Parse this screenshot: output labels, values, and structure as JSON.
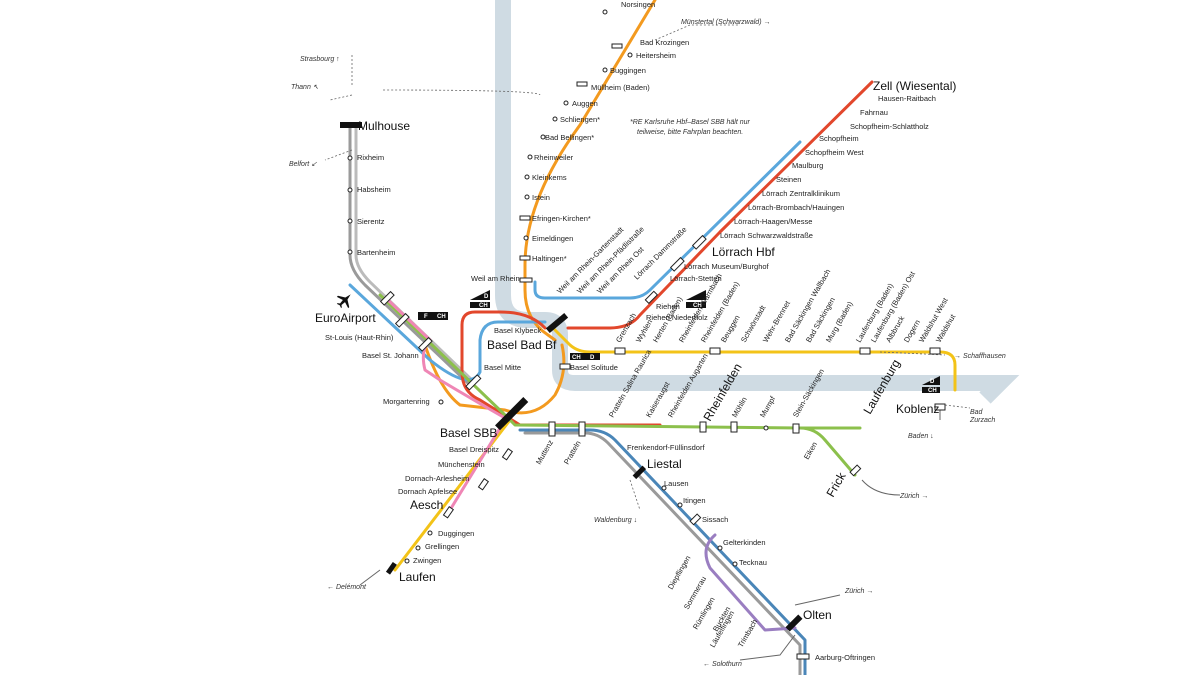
{
  "colors": {
    "river": "#cfdbe3",
    "orange": "#f39a1f",
    "red": "#e2472c",
    "blue": "#5aa7dc",
    "steelblue": "#4a86b8",
    "yellow": "#f3c318",
    "green": "#8cc04c",
    "pink": "#ef86b5",
    "purple": "#9a7ec1",
    "grey": "#9a9a9a",
    "lightgrey": "#bbbbbb"
  },
  "major_stations": {
    "mulhouse": "Mulhouse",
    "euroairport": "EuroAirport",
    "zell": "Zell (Wiesental)",
    "loerrach_hbf": "Lörrach Hbf",
    "basel_bad_bf": "Basel Bad Bf",
    "basel_sbb": "Basel SBB",
    "rheinfelden": "Rheinfelden",
    "laufenburg": "Laufenburg",
    "koblenz": "Koblenz",
    "frick": "Frick",
    "liestal": "Liestal",
    "aesch": "Aesch",
    "laufen": "Laufen",
    "olten": "Olten"
  },
  "stations": {
    "norsingen": "Norsingen",
    "bad_krozingen": "Bad Krozingen",
    "heitersheim": "Heitersheim",
    "buggingen": "Buggingen",
    "muellheim": "Müllheim (Baden)",
    "auggen": "Auggen",
    "schliengen": "Schliengen*",
    "bad_bellingen": "Bad Bellingen*",
    "rheinweiler": "Rheinweiler",
    "kleinkems": "Kleinkems",
    "istein": "Istein",
    "efringen": "Efringen-Kirchen*",
    "eimeldingen": "Eimeldingen",
    "haltingen": "Haltingen*",
    "weil_am_rhein": "Weil am Rhein",
    "weil_gartenstadt": "Weil am Rhein-Gartenstadt",
    "weil_pfaedlistrasse": "Weil am Rhein-Pfädlistraße",
    "weil_ost": "Weil am Rhein Ost",
    "loerrach_dammstrasse": "Lörrach Dammstraße",
    "loerrach_museum": "Lörrach Museum/Burghof",
    "loerrach_stetten": "Lörrach-Stetten",
    "riehen": "Riehen",
    "riehen_niederholz": "Riehen Niederholz",
    "basel_klybeck": "Basel Klybeck",
    "basel_mitte": "Basel Mitte",
    "basel_solitude": "Basel Solitude",
    "hausen_raitbach": "Hausen-Raitbach",
    "fahrnau": "Fahrnau",
    "schopfheim_schlattholz": "Schopfheim-Schlattholz",
    "schopfheim": "Schopfheim",
    "schopfheim_west": "Schopfheim West",
    "maulburg": "Maulburg",
    "steinen": "Steinen",
    "loerrach_zentralklinikum": "Lörrach Zentralklinikum",
    "loerrach_brombach": "Lörrach-Brombach/Hauingen",
    "loerrach_haagen": "Lörrach-Haagen/Messe",
    "loerrach_schwarzwaldstrasse": "Lörrach Schwarzwaldstraße",
    "rixheim": "Rixheim",
    "habsheim": "Habsheim",
    "sierentz": "Sierentz",
    "bartenheim": "Bartenheim",
    "st_louis": "St-Louis (Haut-Rhin)",
    "basel_st_johann": "Basel St. Johann",
    "morgartenring": "Morgartenring",
    "basel_dreispitz": "Basel Dreispitz",
    "muenchenstein": "Münchenstein",
    "dornach_arlesheim": "Dornach-Arlesheim",
    "dornach_apfelsee": "Dornach Apfelsee",
    "duggingen": "Duggingen",
    "grellingen": "Grellingen",
    "zwingen": "Zwingen",
    "grenzach": "Grenzach",
    "wyhlen": "Wyhlen",
    "herten": "Herten (Baden)",
    "rheinfelden_warmbach": "Rheinfelden Warmbach",
    "rheinfelden_baden": "Rheinfelden (Baden)",
    "beuggen": "Beuggen",
    "schwoerstadt": "Schwörstadt",
    "wehr_brennet": "Wehr-Brennet",
    "bad_saeckingen_wallbach": "Bad Säckingen Wallbach",
    "bad_saeckingen": "Bad Säckingen",
    "murg": "Murg (Baden)",
    "laufenburg_baden": "Laufenburg (Baden)",
    "laufenburg_baden_ost": "Laufenburg (Baden) Ost",
    "albbruck": "Albbruck",
    "dogern": "Dogern",
    "waldshut_west": "Waldshut West",
    "waldshut": "Waldshut",
    "pratteln_salina": "Pratteln Salina Raurica",
    "kaiseraugst": "Kaiseraugst",
    "rheinfelden_augarten": "Rheinfelden Augarten",
    "moehlin": "Möhlin",
    "mumpf": "Mumpf",
    "stein_saeckingen": "Stein-Säckingen",
    "eiken": "Eiken",
    "muttenz": "Muttenz",
    "pratteln": "Pratteln",
    "frenkendorf": "Frenkendorf-Füllinsdorf",
    "lausen": "Lausen",
    "itingen": "Itingen",
    "sissach": "Sissach",
    "gelterkinden": "Gelterkinden",
    "tecknau": "Tecknau",
    "diepflingen": "Diepflingen",
    "sommerau": "Sommerau",
    "ruemlingen": "Rümlingen",
    "buckten": "Buckten",
    "laeufelfingen": "Läufelfingen",
    "trimbach": "Trimbach",
    "aarburg": "Aarburg-Oftringen"
  },
  "destinations": {
    "strasbourg": "Strasbourg ↑",
    "thann": "Thann ↖",
    "belfort": "Belfort ↙",
    "muenstertal": "Münstertal (Schwarzwald) →",
    "schaffhausen": "→ Schaffhausen",
    "bad_zurzach": "Bad\nZurzach",
    "baden": "Baden ↓",
    "zuerich1": "Zürich →",
    "zuerich2": "Zürich →",
    "waldenburg": "Waldenburg ↓",
    "delemont": "← Delémont",
    "solothurn": "← Solothurn"
  },
  "note": {
    "line1": "*RE Karlsruhe Hbf–Basel SBB hält nur",
    "line2": "teilweise, bitte Fahrplan beachten."
  },
  "borders": {
    "de": "D",
    "ch": "CH",
    "fr": "F"
  }
}
